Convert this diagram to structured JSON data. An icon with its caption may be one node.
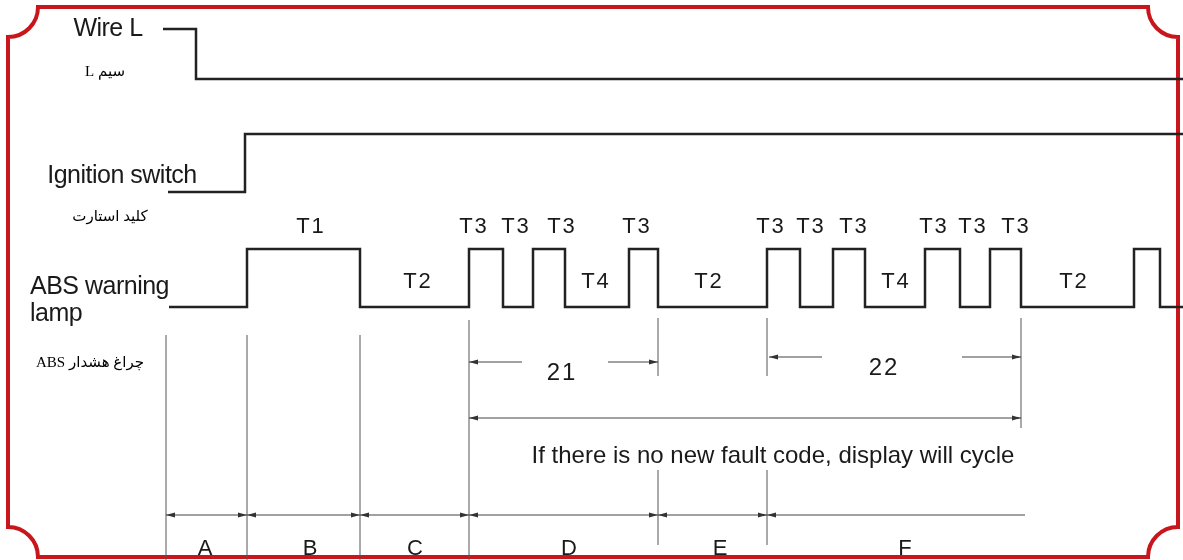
{
  "diagram": {
    "labels": [
      "Wire L",
      "سیم L",
      "Ignition switch",
      "کلید استارت",
      "T1",
      "T3",
      "T3",
      "T3",
      "T3",
      "T3",
      "T3",
      "T3",
      "T3",
      "T3",
      "T3",
      "ABS warning lamp",
      "T2",
      "T4",
      "T2",
      "T4",
      "T2",
      "چراغ هشدار ABS",
      "21",
      "22",
      "If there is no new fault code, display will cycle",
      "A",
      "B",
      "C",
      "D",
      "E",
      "F"
    ]
  }
}
